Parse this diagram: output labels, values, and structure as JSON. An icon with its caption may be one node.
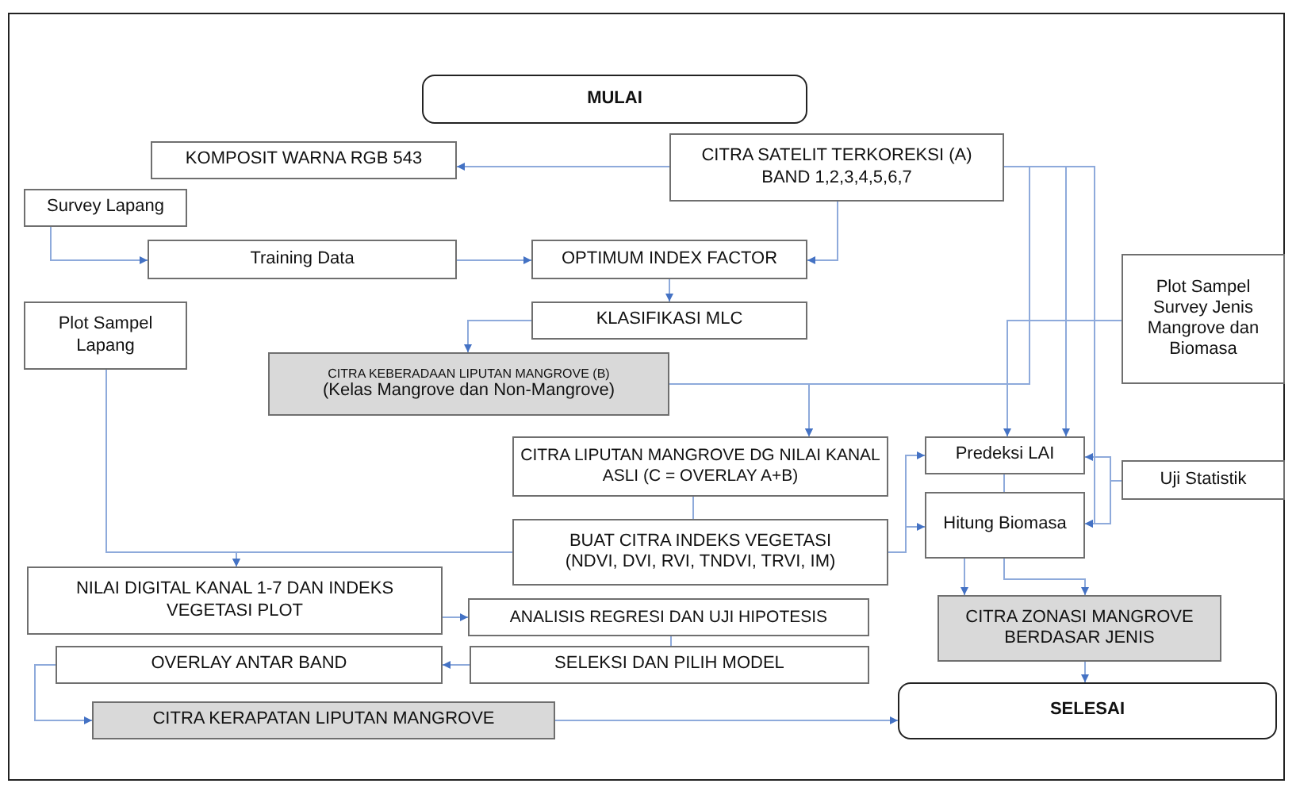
{
  "diagram": {
    "nodes": [
      {
        "text": [
          "MULAI"
        ]
      },
      {
        "text": [
          "KOMPOSIT WARNA RGB 543"
        ]
      },
      {
        "text": [
          "CITRA SATELIT TERKOREKSI  (A)",
          "BAND 1,2,3,4,5,6,7"
        ]
      },
      {
        "text": [
          "Survey Lapang"
        ]
      },
      {
        "text": [
          "Training Data"
        ]
      },
      {
        "text": [
          "OPTIMUM INDEX FACTOR"
        ]
      },
      {
        "text": [
          "KLASIFIKASI MLC"
        ]
      },
      {
        "text": [
          "Plot Sampel Lapang"
        ]
      },
      {
        "text": [
          "Plot Sampel Survey Jenis Mangrove dan Biomasa"
        ]
      },
      {
        "text": [
          "CITRA KEBERADAAN LIPUTAN MANGROVE (B)",
          "(Kelas Mangrove dan Non-Mangrove)"
        ]
      },
      {
        "text": [
          "CITRA LIPUTAN MANGROVE DG NILAI KANAL ASLI (C = OVERLAY A+B)"
        ]
      },
      {
        "text": [
          "Predeksi LAI"
        ]
      },
      {
        "text": [
          "Uji  Statistik"
        ]
      },
      {
        "text": [
          "BUAT CITRA INDEKS VEGETASI",
          "(NDVI, DVI, RVI, TNDVI, TRVI, IM)"
        ]
      },
      {
        "text": [
          "Hitung Biomasa"
        ]
      },
      {
        "text": [
          "NILAI DIGITAL KANAL 1-7 DAN INDEKS VEGETASI PLOT"
        ]
      },
      {
        "text": [
          "ANALISIS REGRESI DAN UJI HIPOTESIS"
        ]
      },
      {
        "text": [
          "CITRA ZONASI MANGROVE BERDASAR JENIS"
        ]
      },
      {
        "text": [
          "OVERLAY ANTAR BAND"
        ]
      },
      {
        "text": [
          "SELEKSI DAN PILIH MODEL"
        ]
      },
      {
        "text": [
          "CITRA KERAPATAN LIPUTAN MANGROVE"
        ]
      },
      {
        "text": [
          "SELESAI"
        ]
      }
    ],
    "edges": [
      {
        "from": 2,
        "to": 1,
        "arrow": "to"
      },
      {
        "from": 3,
        "to": 4,
        "arrow": "to"
      },
      {
        "from": 4,
        "to": 5,
        "arrow": "to"
      },
      {
        "from": 2,
        "to": 5,
        "arrow": "to"
      },
      {
        "from": 5,
        "to": 6,
        "arrow": "to"
      },
      {
        "from": 6,
        "to": 9,
        "arrow": "to"
      },
      {
        "from": 7,
        "to": 15,
        "arrow": "to"
      },
      {
        "from": 13,
        "to": 15,
        "arrow": "to"
      },
      {
        "from": 2,
        "to": 10,
        "arrow": "to"
      },
      {
        "from": 9,
        "to": 10,
        "arrow": "to"
      },
      {
        "from": 8,
        "to": 11,
        "arrow": "to"
      },
      {
        "from": 2,
        "to": 11,
        "arrow": "to"
      },
      {
        "from": 2,
        "to": 14,
        "arrow": "to"
      },
      {
        "from": 12,
        "to": 11,
        "arrow": "to"
      },
      {
        "from": 12,
        "to": 14,
        "arrow": "to"
      },
      {
        "from": 10,
        "to": 13,
        "arrow": "none"
      },
      {
        "from": 13,
        "to": 11,
        "arrow": "to"
      },
      {
        "from": 13,
        "to": 14,
        "arrow": "to"
      },
      {
        "from": 11,
        "to": 14,
        "arrow": "none"
      },
      {
        "from": 14,
        "to": 17,
        "arrow": "to"
      },
      {
        "from": 14,
        "to": 17,
        "arrow": "to"
      },
      {
        "from": 17,
        "to": 21,
        "arrow": "to"
      },
      {
        "from": 15,
        "to": 16,
        "arrow": "to"
      },
      {
        "from": 16,
        "to": 19,
        "arrow": "none"
      },
      {
        "from": 19,
        "to": 18,
        "arrow": "to"
      },
      {
        "from": 18,
        "to": 20,
        "arrow": "to"
      },
      {
        "from": 20,
        "to": 21,
        "arrow": "to"
      }
    ]
  }
}
